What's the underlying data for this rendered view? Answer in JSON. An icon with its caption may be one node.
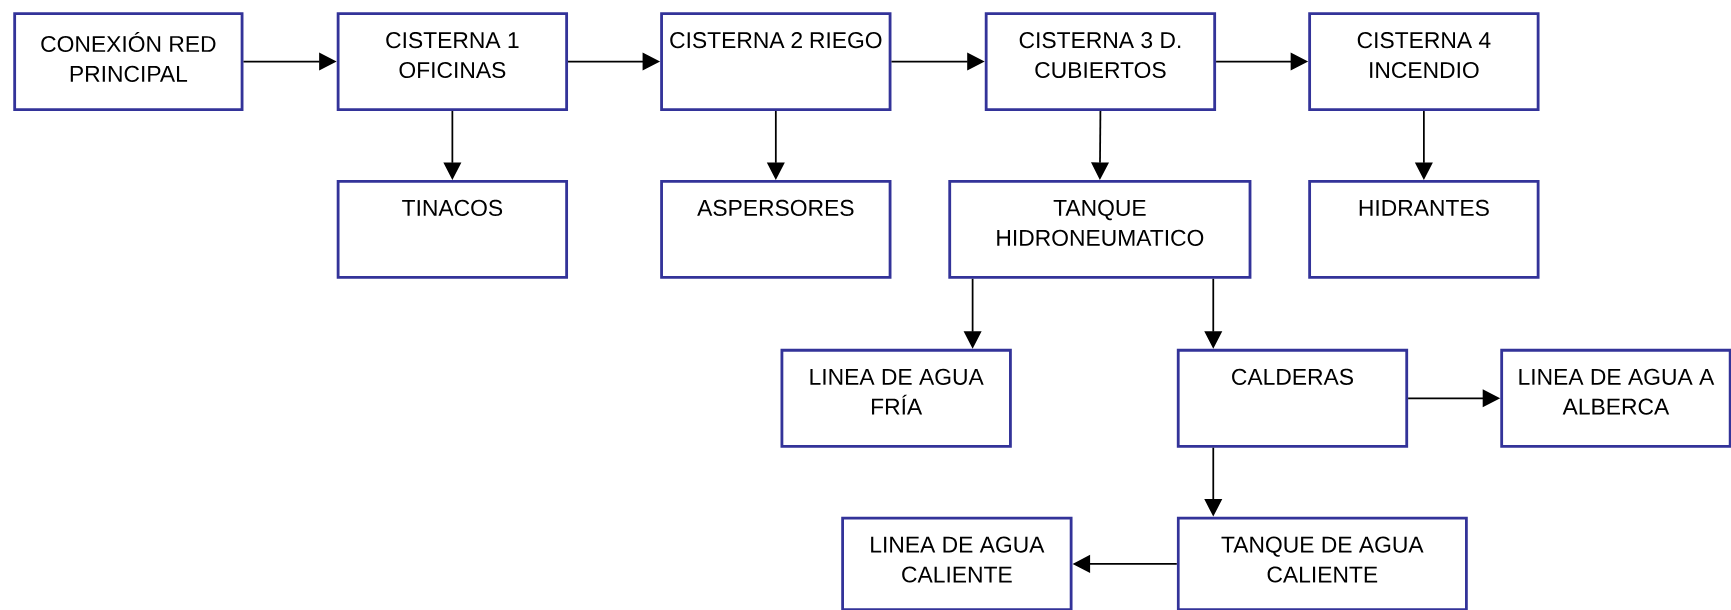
{
  "diagram": {
    "nodes": [
      {
        "text": [
          "CONEXIÓN RED PRINCIPAL"
        ]
      },
      {
        "text": [
          "CISTERNA 1 OFICINAS"
        ]
      },
      {
        "text": [
          "CISTERNA 2 RIEGO"
        ]
      },
      {
        "text": [
          "CISTERNA 3 D. CUBIERTOS"
        ]
      },
      {
        "text": [
          "CISTERNA 4 INCENDIO"
        ]
      },
      {
        "text": [
          "TINACOS"
        ]
      },
      {
        "text": [
          "ASPERSORES"
        ]
      },
      {
        "text": [
          "TANQUE HIDRONEUMATICO"
        ]
      },
      {
        "text": [
          "HIDRANTES"
        ]
      },
      {
        "text": [
          "LINEA DE AGUA FRÍA"
        ]
      },
      {
        "text": [
          "CALDERAS"
        ]
      },
      {
        "text": [
          "LINEA DE AGUA A ALBERCA"
        ]
      },
      {
        "text": [
          "LINEA DE AGUA CALIENTE"
        ]
      },
      {
        "text": [
          "TANQUE DE AGUA CALIENTE"
        ]
      }
    ],
    "edges": [
      {
        "from": 0,
        "to": 1,
        "arrow": "to"
      },
      {
        "from": 1,
        "to": 2,
        "arrow": "to"
      },
      {
        "from": 2,
        "to": 3,
        "arrow": "to"
      },
      {
        "from": 3,
        "to": 4,
        "arrow": "to"
      },
      {
        "from": 1,
        "to": 5,
        "arrow": "to"
      },
      {
        "from": 2,
        "to": 6,
        "arrow": "to"
      },
      {
        "from": 3,
        "to": 7,
        "arrow": "to"
      },
      {
        "from": 4,
        "to": 8,
        "arrow": "to"
      },
      {
        "from": 7,
        "to": 9,
        "arrow": "to"
      },
      {
        "from": 7,
        "to": 10,
        "arrow": "to"
      },
      {
        "from": 10,
        "to": 11,
        "arrow": "to"
      },
      {
        "from": 10,
        "to": 13,
        "arrow": "to"
      },
      {
        "from": 13,
        "to": 12,
        "arrow": "to"
      }
    ]
  }
}
